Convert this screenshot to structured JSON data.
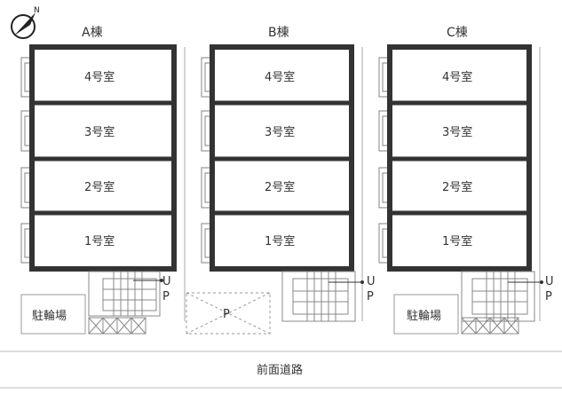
{
  "buildings": [
    {
      "label": "A棟",
      "rooms": [
        "4号室",
        "3号室",
        "2号室",
        "1号室"
      ],
      "bike_parking": "駐輪場"
    },
    {
      "label": "B棟",
      "rooms": [
        "4号室",
        "3号室",
        "2号室",
        "1号室"
      ],
      "parking": "P"
    },
    {
      "label": "C棟",
      "rooms": [
        "4号室",
        "3号室",
        "2号室",
        "1号室"
      ],
      "bike_parking": "駐輪場"
    }
  ],
  "stairs": {
    "up": "U",
    "p": "P"
  },
  "road": "前面道路",
  "colors": {
    "wall": "#333333",
    "line": "#888888",
    "light": "#aaaaaa"
  }
}
